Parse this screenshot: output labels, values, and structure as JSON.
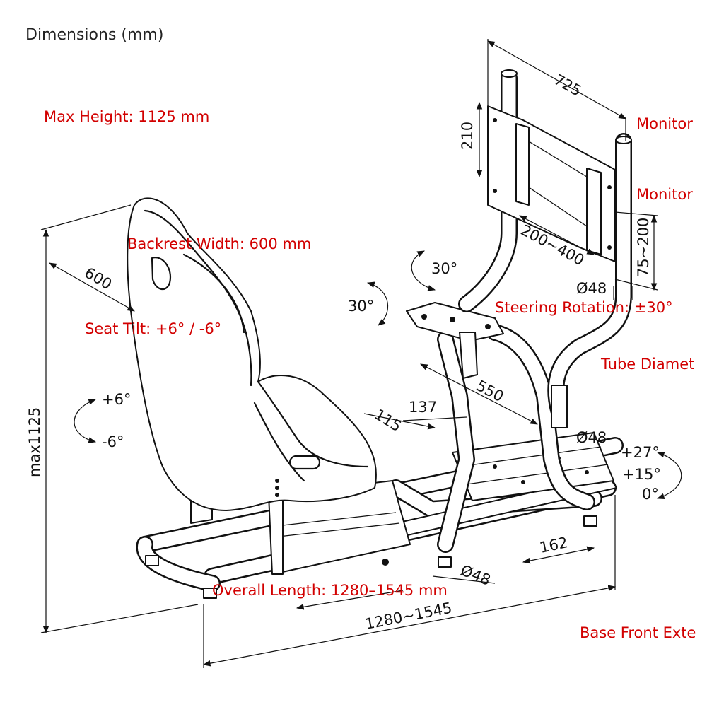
{
  "title": "Dimensions (mm)",
  "annotations": {
    "max_height": "Max Height: 1125 mm",
    "backrest_width": "Backrest Width: 600 mm",
    "seat_tilt": "Seat Tilt: +6° / -6°",
    "steering_rotation": "Steering Rotation: ±30°",
    "monitor_1": "Monitor",
    "monitor_2": "Monitor",
    "tube_diameter": "Tube Diamet",
    "overall_length": "Overall Length: 1280–1545 mm",
    "base_front": "Base Front Exte"
  },
  "dimensions": {
    "d725": "725",
    "d210": "210",
    "d200_400": "200~400",
    "d75_200": "75~200",
    "phi48_top": "Ø48",
    "d600": "600",
    "ang30_a": "30°",
    "ang30_b": "30°",
    "d550": "550",
    "plus6": "+6°",
    "minus6": "-6°",
    "max1125": "max1125",
    "d115": "115",
    "d137": "137",
    "phi48_mid": "Ø48",
    "plus27": "+27°",
    "plus15": "+15°",
    "zero": "0°",
    "d162": "162",
    "phi48_bottom": "Ø48",
    "d1280_1545": "1280~1545"
  }
}
